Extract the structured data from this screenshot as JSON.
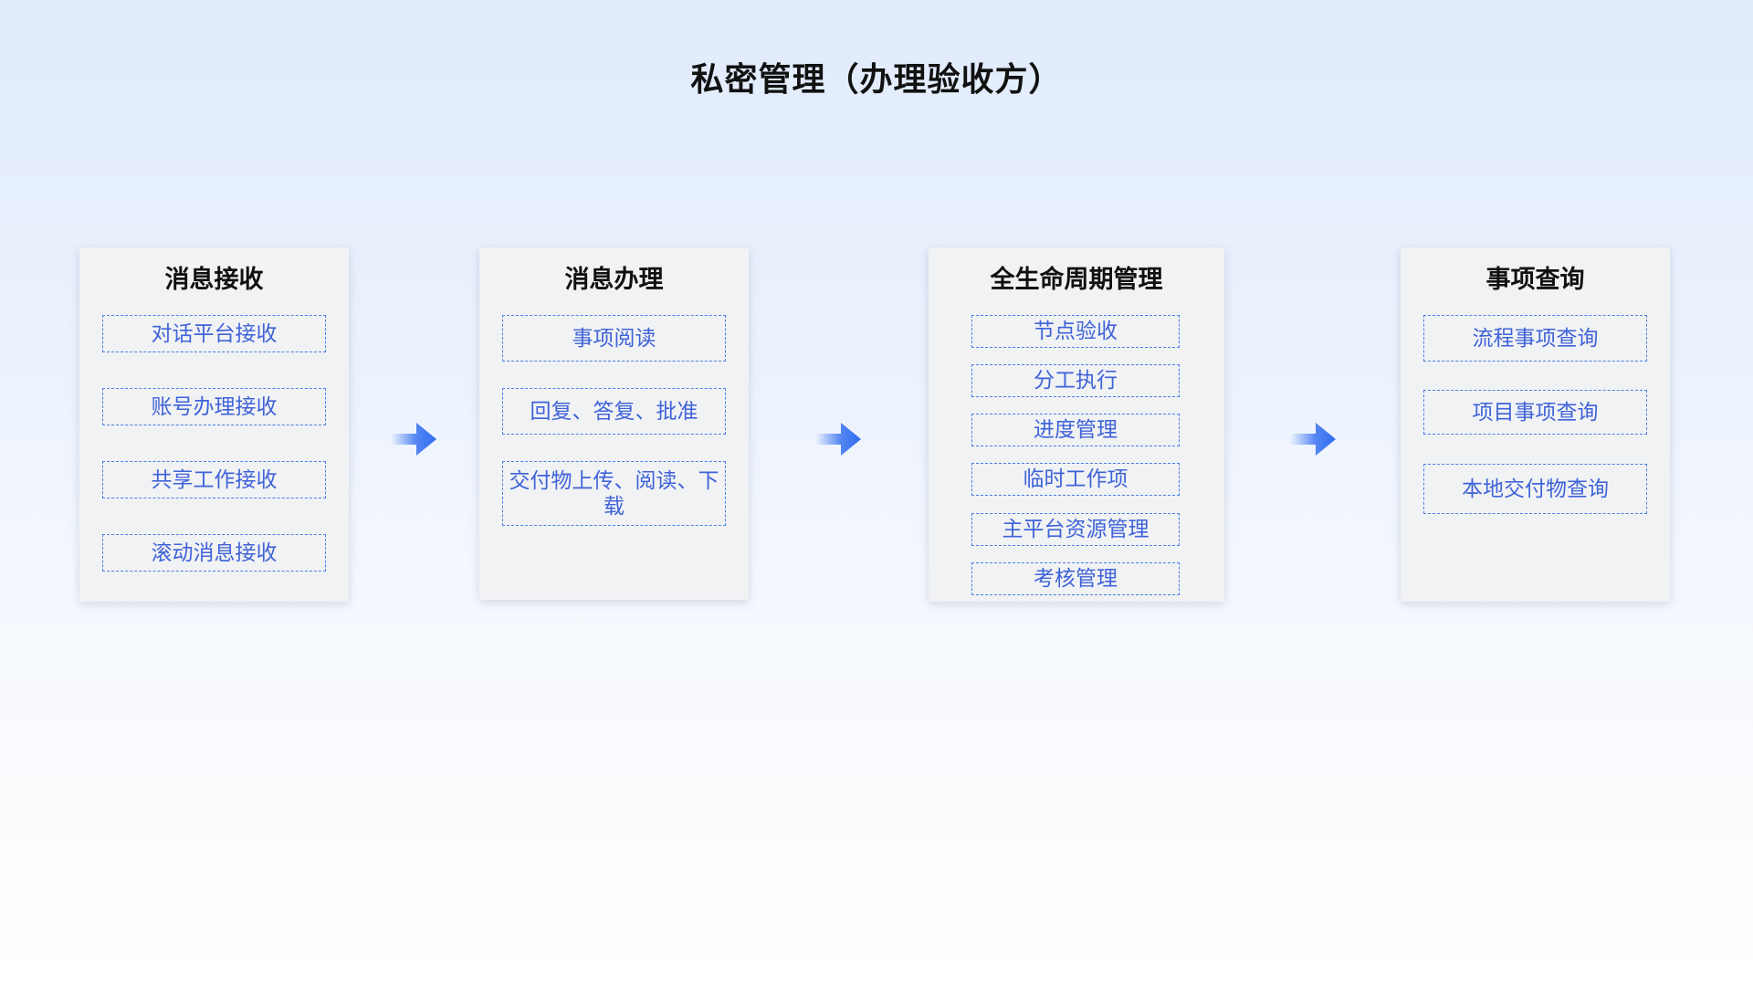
{
  "title": "私密管理（办理验收方）",
  "stages": [
    {
      "title": "消息接收",
      "items": [
        "对话平台接收",
        "账号办理接收",
        "共享工作接收",
        "滚动消息接收"
      ]
    },
    {
      "title": "消息办理",
      "items": [
        "事项阅读",
        "回复、答复、批准",
        "交付物上传、阅读、下载"
      ]
    },
    {
      "title": "全生命周期管理",
      "items": [
        "节点验收",
        "分工执行",
        "进度管理",
        "临时工作项",
        "主平台资源管理",
        "考核管理"
      ]
    },
    {
      "title": "事项查询",
      "items": [
        "流程事项查询",
        "项目事项查询",
        "本地交付物查询"
      ]
    }
  ],
  "icons": {
    "flow_arrow": "arrow-right-icon"
  },
  "colors": {
    "item_text": "#3f63d9",
    "item_border": "#4a7fe6",
    "arrow": "#2f6cf0"
  }
}
